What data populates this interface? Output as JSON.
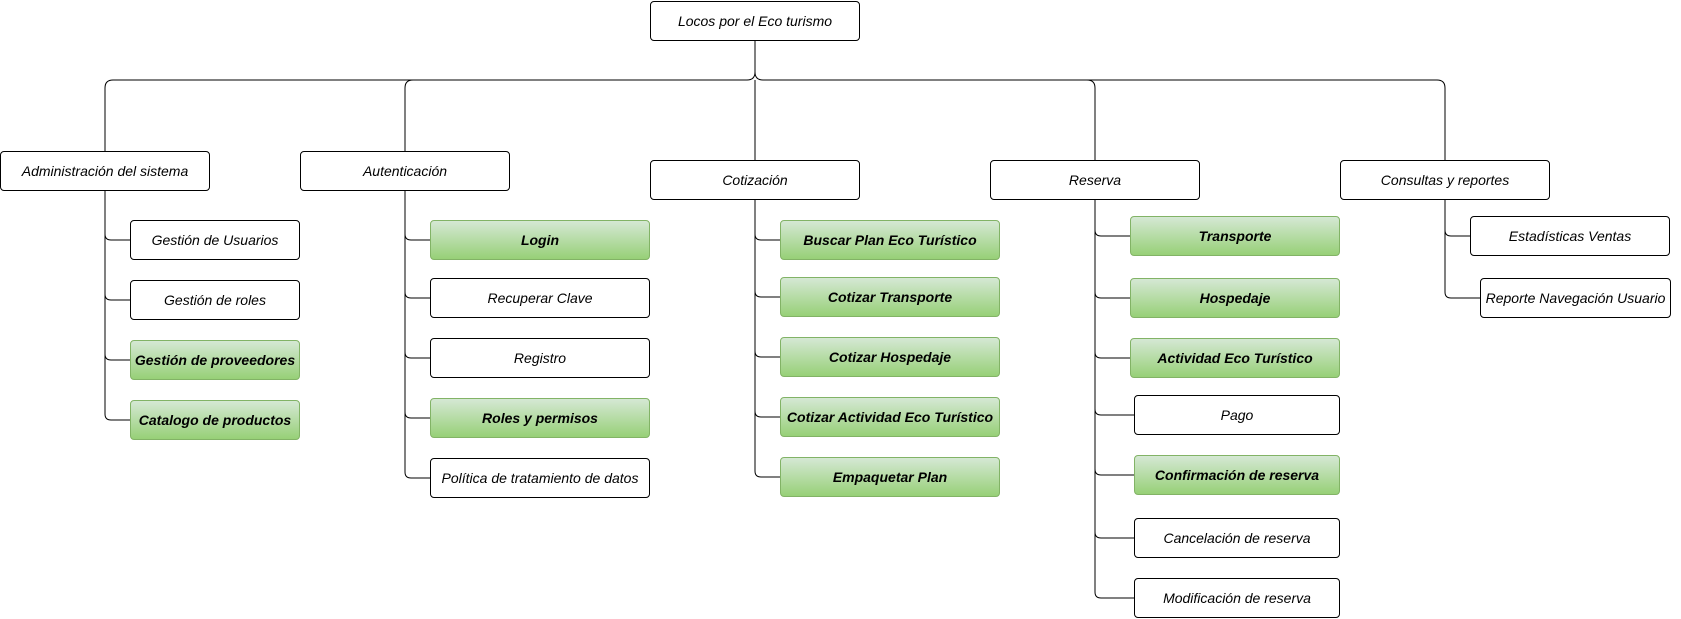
{
  "diagram": {
    "root": "Locos por el Eco turismo",
    "branches": [
      {
        "label": "Administración del sistema",
        "items": [
          {
            "label": "Gestión de Usuarios",
            "highlight": false
          },
          {
            "label": "Gestión de roles",
            "highlight": false
          },
          {
            "label": "Gestión de proveedores",
            "highlight": true
          },
          {
            "label": "Catalogo de productos",
            "highlight": true
          }
        ]
      },
      {
        "label": "Autenticación",
        "items": [
          {
            "label": "Login",
            "highlight": true
          },
          {
            "label": "Recuperar Clave",
            "highlight": false
          },
          {
            "label": "Registro",
            "highlight": false
          },
          {
            "label": "Roles y permisos",
            "highlight": true
          },
          {
            "label": "Política de tratamiento de datos",
            "highlight": false
          }
        ]
      },
      {
        "label": "Cotización",
        "items": [
          {
            "label": "Buscar Plan Eco Turístico",
            "highlight": true
          },
          {
            "label": "Cotizar Transporte",
            "highlight": true
          },
          {
            "label": "Cotizar Hospedaje",
            "highlight": true
          },
          {
            "label": "Cotizar Actividad Eco Turístico",
            "highlight": true
          },
          {
            "label": "Empaquetar Plan",
            "highlight": true
          }
        ]
      },
      {
        "label": "Reserva",
        "items": [
          {
            "label": "Transporte",
            "highlight": true
          },
          {
            "label": "Hospedaje",
            "highlight": true
          },
          {
            "label": "Actividad Eco Turístico",
            "highlight": true
          },
          {
            "label": "Pago",
            "highlight": false
          },
          {
            "label": "Confirmación de reserva",
            "highlight": true
          },
          {
            "label": "Cancelación de reserva",
            "highlight": false
          },
          {
            "label": "Modificación de reserva",
            "highlight": false
          }
        ]
      },
      {
        "label": "Consultas y  reportes",
        "items": [
          {
            "label": "Estadísticas  Ventas",
            "highlight": false
          },
          {
            "label": "Reporte Navegación Usuario",
            "highlight": false
          }
        ]
      }
    ]
  },
  "colors": {
    "highlight_fill_top": "#d5e8d4",
    "highlight_fill_bottom": "#97d077",
    "highlight_border": "#82b366",
    "line": "#000000"
  }
}
